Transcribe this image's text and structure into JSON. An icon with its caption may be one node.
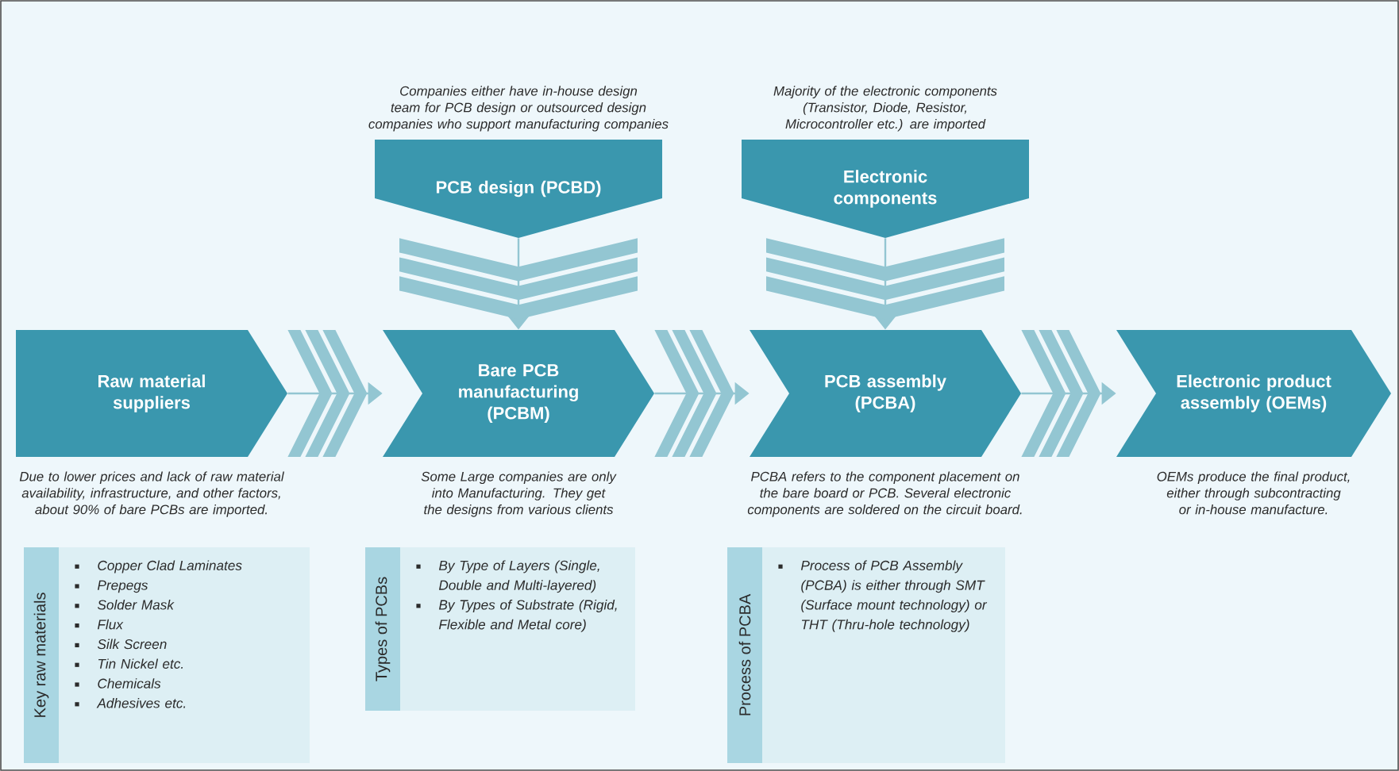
{
  "diagram": {
    "nodes": [
      {
        "text": [
          "PCB design (PCBD)"
        ],
        "beside": [
          "Companies either have in-house design team for PCB design or outsourced design companies who support manufacturing companies"
        ]
      },
      {
        "text": [
          "Electronic components"
        ],
        "beside": [
          "Majority of the electronic components (Transistor, Diode, Resistor, Microcontroller etc.) are imported"
        ]
      },
      {
        "text": [
          "Raw material suppliers"
        ],
        "beside": [
          "Due to lower prices and lack of raw material availability, infrastructure, and other factors, about 90% of bare PCBs are imported."
        ]
      },
      {
        "text": [
          "Bare PCB manufacturing (PCBM)"
        ],
        "beside": [
          "Some Large companies are only into Manufacturing. They get the designs from various clients"
        ]
      },
      {
        "text": [
          "PCB assembly (PCBA)"
        ],
        "beside": [
          "PCBA refers to the component placement on the bare board or PCB. Several electronic components are soldered on the circuit board."
        ]
      },
      {
        "text": [
          "Electronic product assembly (OEMs)"
        ],
        "beside": [
          "OEMs produce the final product, either through subcontracting or in-house manufacture."
        ]
      },
      {
        "text": [
          "Key raw materials",
          "Copper Clad Laminates",
          "Prepegs",
          "Solder Mask",
          "Flux",
          "Silk Screen",
          "Tin Nickel etc.",
          "Chemicals",
          "Adhesives etc."
        ]
      },
      {
        "text": [
          "Types of PCBs",
          "By Type of Layers (Single, Double and Multi-layered)",
          "By Types of Substrate (Rigid, Flexible and Metal core)"
        ]
      },
      {
        "text": [
          "Process of PCBA",
          "Process of PCB Assembly (PCBA) is either through SMT (Surface mount technology) or THT (Thru-hole technology)"
        ]
      }
    ],
    "edges": [
      {
        "from": 2,
        "to": 3,
        "arrow": "to"
      },
      {
        "from": 3,
        "to": 4,
        "arrow": "to"
      },
      {
        "from": 4,
        "to": 5,
        "arrow": "to"
      },
      {
        "from": 0,
        "to": 3,
        "arrow": "to"
      },
      {
        "from": 1,
        "to": 4,
        "arrow": "to"
      }
    ]
  }
}
